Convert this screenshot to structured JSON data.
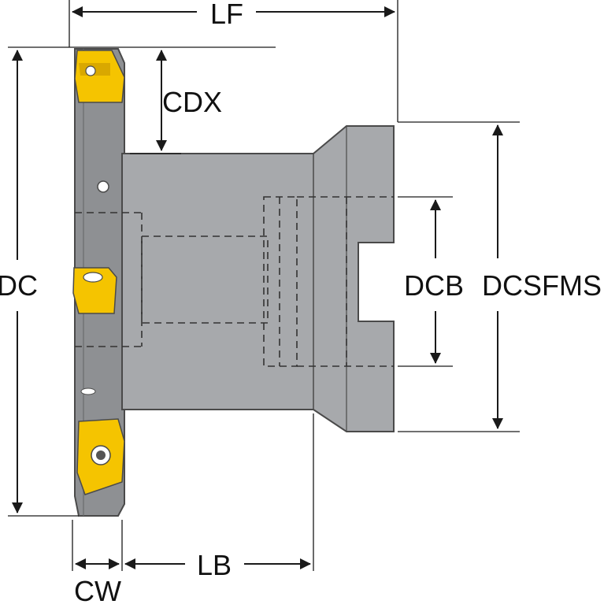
{
  "labels": {
    "lf": "LF",
    "cdx": "CDX",
    "dc": "DC",
    "dcb": "DCB",
    "dcsfms": "DCSFMS",
    "lb": "LB",
    "cw": "CW"
  },
  "colors": {
    "body": "#a7a9ac",
    "body_dark": "#8e9093",
    "outline": "#4a4a4a",
    "insert": "#f5c400",
    "insert_shade": "#d9a800",
    "dim_line": "#1a1a1a"
  }
}
